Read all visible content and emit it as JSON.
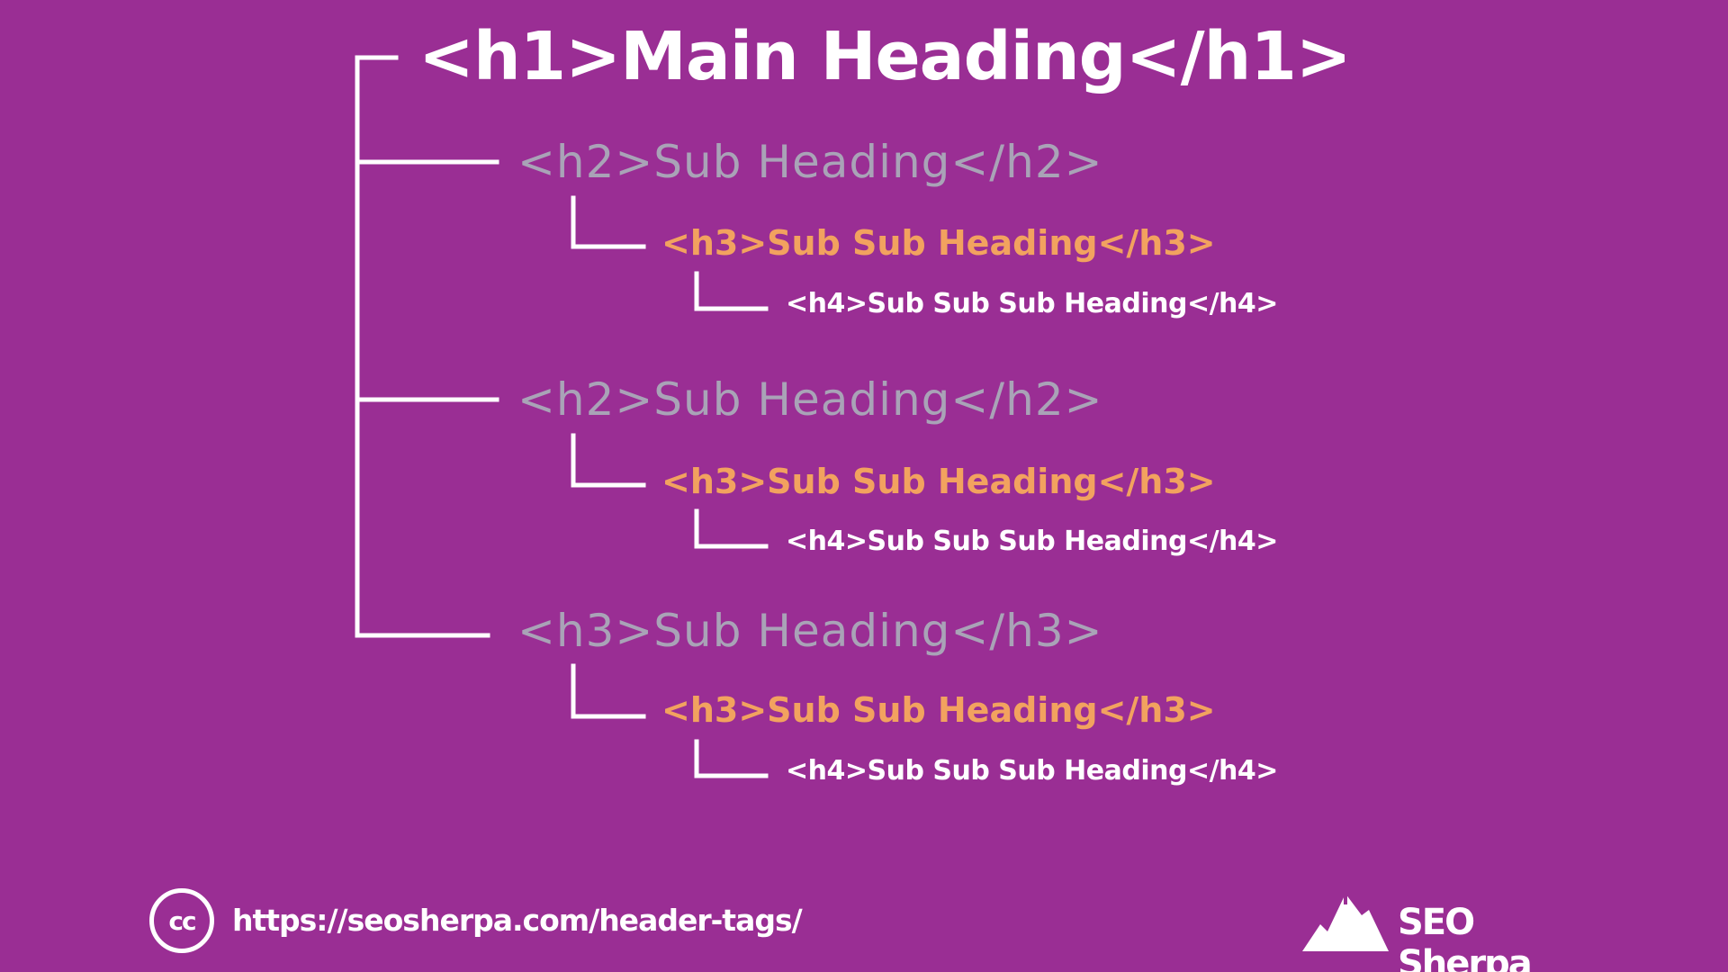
{
  "diagram": {
    "h1": "<h1>Main Heading</h1>",
    "groups": [
      {
        "h2": "<h2>Sub Heading</h2>",
        "h3": "<h3>Sub Sub Heading</h3>",
        "h4": "<h4>Sub Sub Sub Heading</h4>"
      },
      {
        "h2": "<h2>Sub Heading</h2>",
        "h3": "<h3>Sub Sub Heading</h3>",
        "h4": "<h4>Sub Sub Sub Heading</h4>"
      },
      {
        "h2": "<h3>Sub Heading</h3>",
        "h3": "<h3>Sub Sub Heading</h3>",
        "h4": "<h4>Sub Sub Sub Heading</h4>"
      }
    ]
  },
  "footer": {
    "license_icon": "cc",
    "url": "https://seosherpa.com/header-tags/",
    "brand_icon": "mountain-icon",
    "brand_name": "SEO Sherpa"
  },
  "colors": {
    "background": "#9a2e94",
    "h1": "#ffffff",
    "h2": "#a9a3b7",
    "h3": "#f2a25f",
    "h4": "#ffffff",
    "connector": "#ffffff"
  }
}
